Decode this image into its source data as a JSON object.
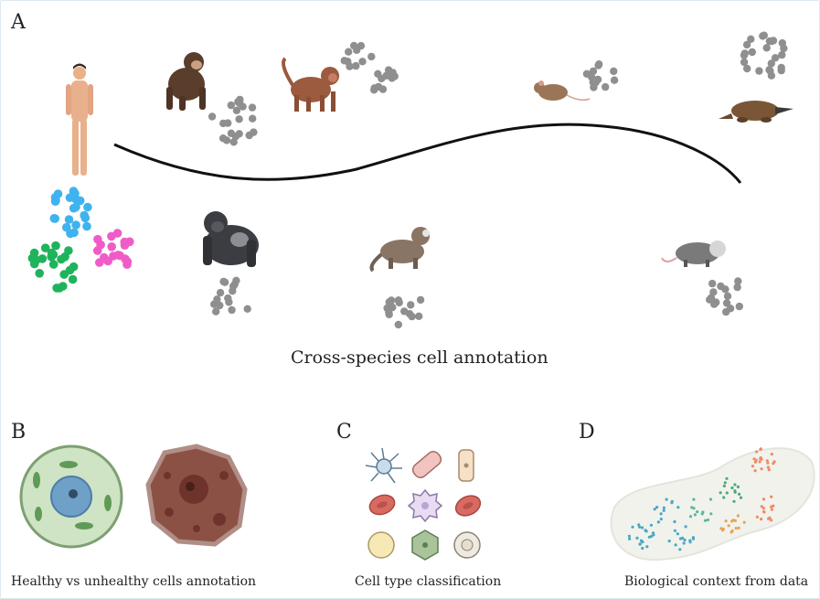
{
  "panels": {
    "a": {
      "letter": "A",
      "caption": "Cross-species cell annotation"
    },
    "b": {
      "letter": "B",
      "caption": "Healthy vs unhealthy cells annotation"
    },
    "c": {
      "letter": "C",
      "caption": "Cell type classification"
    },
    "d": {
      "letter": "D",
      "caption": "Biological context from data"
    }
  },
  "species": [
    "human",
    "chimpanzee",
    "macaque",
    "mouse",
    "platypus",
    "gorilla",
    "marmoset",
    "opossum"
  ],
  "cell_types": [
    "neuron",
    "muscle-cell",
    "epithelial-cell",
    "red-blood-cell",
    "immune-cell",
    "red-blood-cell",
    "fat-cell",
    "plant-like-cell",
    "egg-cell"
  ],
  "colors": {
    "gray_cells": "#8f8f8f",
    "human_blue": "#3eb3ef",
    "human_green": "#1fb35c",
    "human_pink": "#f05cc7",
    "curve": "#111111"
  }
}
